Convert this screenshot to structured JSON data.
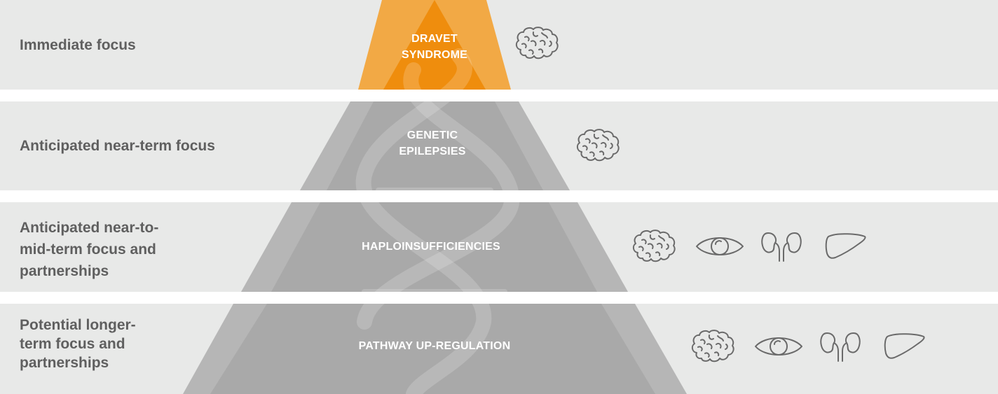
{
  "bands": [
    {
      "label_lines": [
        "Immediate focus"
      ]
    },
    {
      "label_lines": [
        "Anticipated near-term focus"
      ]
    },
    {
      "label_lines": [
        "Anticipated near-to-",
        "mid-term focus and",
        "partnerships"
      ]
    },
    {
      "label_lines": [
        "Potential longer-",
        "term focus and",
        "partnerships"
      ]
    }
  ],
  "tiers": [
    {
      "label_lines": [
        "DRAVET",
        "SYNDROME"
      ],
      "icons": [
        "brain-icon"
      ]
    },
    {
      "label_lines": [
        "GENETIC",
        "EPILEPSIES"
      ],
      "icons": [
        "brain-icon"
      ]
    },
    {
      "label_lines": [
        "HAPLOINSUFFICIENCIES"
      ],
      "icons": [
        "brain-icon",
        "eye-icon",
        "kidneys-icon",
        "liver-icon"
      ]
    },
    {
      "label_lines": [
        "PATHWAY UP-REGULATION"
      ],
      "icons": [
        "brain-icon",
        "eye-icon",
        "kidneys-icon",
        "liver-icon"
      ]
    }
  ],
  "colors": {
    "band_background": "#e8e9e8",
    "band_separator": "#ffffff",
    "label_text": "#5f5f5f",
    "apex_outer": "#f2a945",
    "apex_inner": "#ef8d0d",
    "tier_outer": "#b6b6b6",
    "tier_inner": "#a9a9a9",
    "tier_text": "#ffffff",
    "icon_stroke": "#6a6a6a"
  }
}
